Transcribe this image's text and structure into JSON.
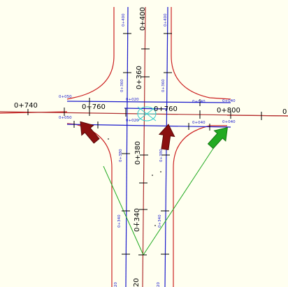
{
  "colors": {
    "background": "#fffff0",
    "curb": "#cc2222",
    "centerline": "#b03030",
    "lane_line": "#1a1acc",
    "tick": "#000000",
    "green": "#22aa22",
    "arrow_red": "#8b1010",
    "arrow_green": "#22aa22",
    "cyan": "#33cccc"
  },
  "labels": {
    "h_0740": "0+740",
    "h_0760": "0+760",
    "h_0760b": "0+760",
    "h_0800": "0+800",
    "h_0": "0",
    "v_0400": "0+400",
    "v_0380": "0+380",
    "v_0360": "0+360",
    "v_0340": "0+340",
    "v_20": "20",
    "s_0400a": "0+400",
    "s_0400b": "0+400",
    "s_0380a": "0+380",
    "s_0380b": "0+380",
    "s_0360a": "0+360",
    "s_0360b": "0+360",
    "s_0340a": "0+340",
    "s_0340b": "0+340",
    "s_20a": "20",
    "s_20b": "20",
    "s_0050": "0+050",
    "s_0050b": "0+050",
    "s_0040a": "0+040",
    "s_0040b": "0+040",
    "s_0040c": "0+040",
    "s_0040d": "0+040",
    "s_0020": "0+020",
    "s_0020b": "0+020"
  },
  "icons": [
    "intersection-circle-icon",
    "arrow-red-left-icon",
    "arrow-red-center-icon",
    "arrow-green-right-icon"
  ]
}
